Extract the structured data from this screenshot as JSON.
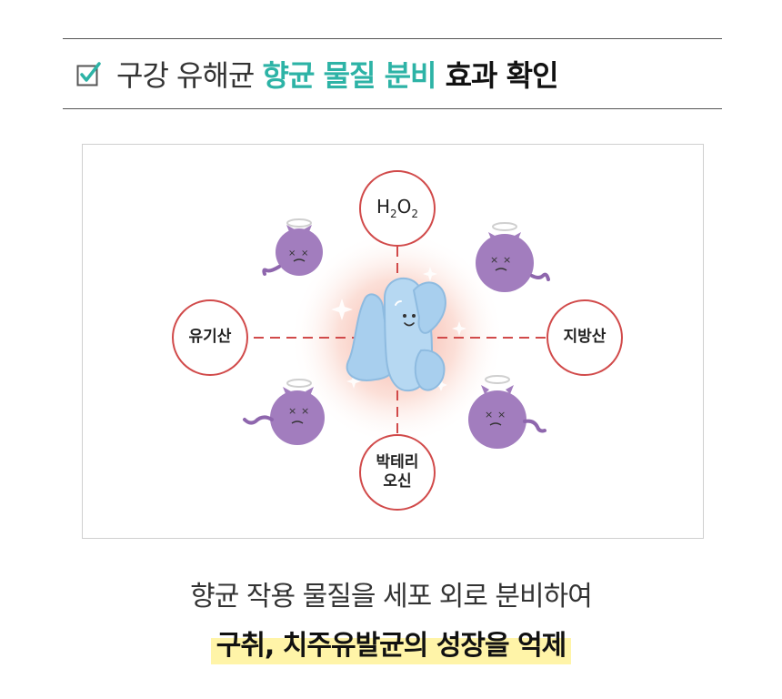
{
  "header": {
    "title_part1": "구강 유해균 ",
    "title_part2": "향균 물질 분비",
    "title_part3": " 효과 확인",
    "check_icon": "checkbox-check-icon",
    "accent_color": "#2db3a6"
  },
  "diagram": {
    "nodes": {
      "top": {
        "label_main": "H",
        "label_sub1": "2",
        "label_mid": "O",
        "label_sub2": "2"
      },
      "left": {
        "label": "유기산"
      },
      "right": {
        "label": "지방산"
      },
      "bottom": {
        "label": "박테리\n오신"
      }
    },
    "center_character": "blue-bacteria-character",
    "defeated_germs": [
      "purple-germ",
      "purple-germ",
      "purple-germ",
      "purple-germ"
    ],
    "line_color": "#d14a4a"
  },
  "caption": {
    "line1": "향균 작용 물질을 세포 외로 분비하여",
    "line2": "구취, 치주유발균의 성장을 억제",
    "highlight_color": "#fff4a8"
  }
}
